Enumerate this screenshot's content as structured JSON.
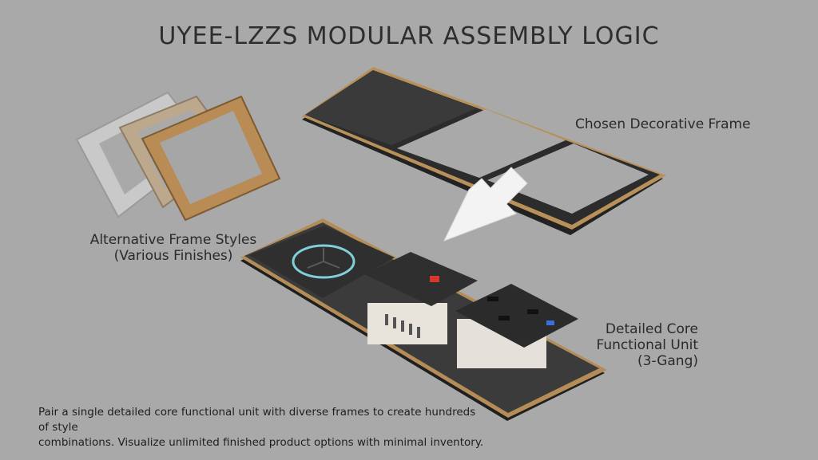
{
  "title": "UYEE-LZZS MODULAR ASSEMBLY LOGIC",
  "labels": {
    "chosen_frame": "Chosen Decorative Frame",
    "alternative_frames_line1": "Alternative Frame Styles",
    "alternative_frames_line2": "(Various Finishes)",
    "core_unit_line1": "Detailed Core",
    "core_unit_line2": "Functional Unit",
    "core_unit_line3": "(3-Gang)"
  },
  "caption_line1": "Pair a single detailed core functional unit with diverse frames to create hundreds of style",
  "caption_line2": "combinations. Visualize unlimited finished product options with minimal inventory.",
  "colors": {
    "background": "#a9a9a9",
    "frame_gold": "#b8905a",
    "frame_silver": "#c7c7c7",
    "frame_champagne": "#b9a58a",
    "panel_black": "#2b2b2b",
    "touch_ring": "#7fd0d8",
    "arrow": "#f4f4f4",
    "usb_red": "#d33a2c",
    "switch_blue": "#3a6fd8"
  },
  "icons": [
    "down-arrow-icon",
    "touch-switch-icon",
    "uk-socket-icon",
    "usb-charger-icon"
  ]
}
